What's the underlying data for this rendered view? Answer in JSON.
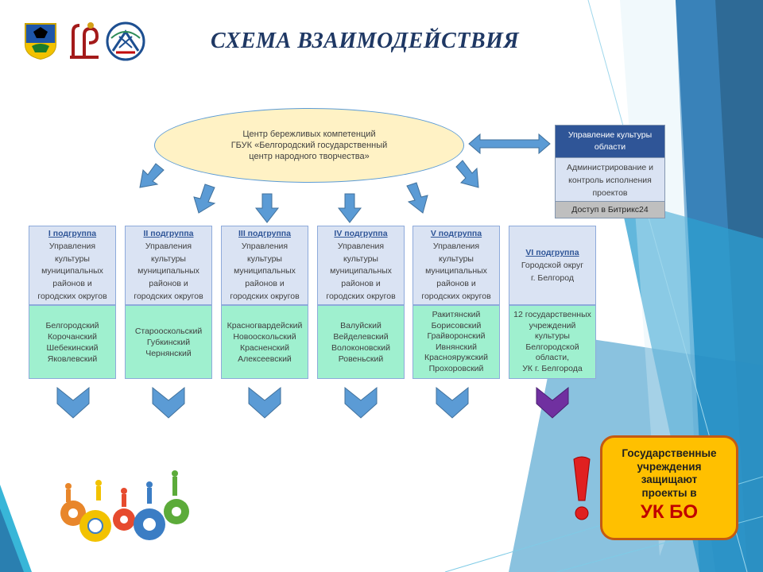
{
  "title": "СХЕМА ВЗАИМОДЕЙСТВИЯ",
  "center": {
    "text": "Центр бережливых компетенций\nГБУК «Белгородский государственный\nцентр народного творчества»"
  },
  "management": {
    "head": "Управление культуры области",
    "body": "Администрирование и контроль исполнения проектов",
    "foot": "Доступ в Битрикс24"
  },
  "groups": [
    {
      "name": "I подгруппа",
      "desc": "Управления\nкультуры\nмуниципальных\nрайонов и\nгородских округов",
      "members": "Белгородский\nКорочанский\nШебекинский\nЯковлевский"
    },
    {
      "name": "II подгруппа",
      "desc": "Управления\nкультуры\nмуниципальных\nрайонов и\nгородских округов",
      "members": "Старооскольский\nГубкинский\nЧернянский"
    },
    {
      "name": "III подгруппа",
      "desc": "Управления\nкультуры\nмуниципальных\nрайонов и\nгородских округов",
      "members": "Красногвардейский\nНовооскольский\nКрасненский\nАлексеевский"
    },
    {
      "name": "IV подгруппа",
      "desc": "Управления\nкультуры\nмуниципальных\nрайонов и\nгородских округов",
      "members": "Валуйский\nВейделевский\nВолоконовский\nРовеньский"
    },
    {
      "name": "V подгруппа",
      "desc": "Управления\nкультуры\nмуниципальных\nрайонов и\nгородских округов",
      "members": "Ракитянский\nБорисовский\nГрайворонский\nИвнянский\nКраснояружский\nПрохоровский"
    },
    {
      "name": "VI подгруппа",
      "desc": "Городской округ\nг. Белгород",
      "members": "12 государственных\nучреждений\nкультуры\nБелгородской\nобласти,\nУК г. Белгорода"
    }
  ],
  "notice": {
    "text": "Государственные\nучреждения\nзащищают\nпроекты в",
    "emphasis": "УК БО"
  },
  "colors": {
    "title": "#1f3864",
    "arrow_blue": "#5b9bd5",
    "arrow_purple": "#7030a0",
    "group_top": "#dae3f3",
    "group_bottom": "#9ff0cf",
    "notice_bg": "#ffc000",
    "notice_border": "#c55a11",
    "exclamation": "#e02020"
  },
  "icons": [
    "region-coat-of-arms-icon",
    "culture-emblem-icon",
    "creativity-center-emblem-icon",
    "teamwork-gears-icon",
    "exclamation-icon"
  ]
}
